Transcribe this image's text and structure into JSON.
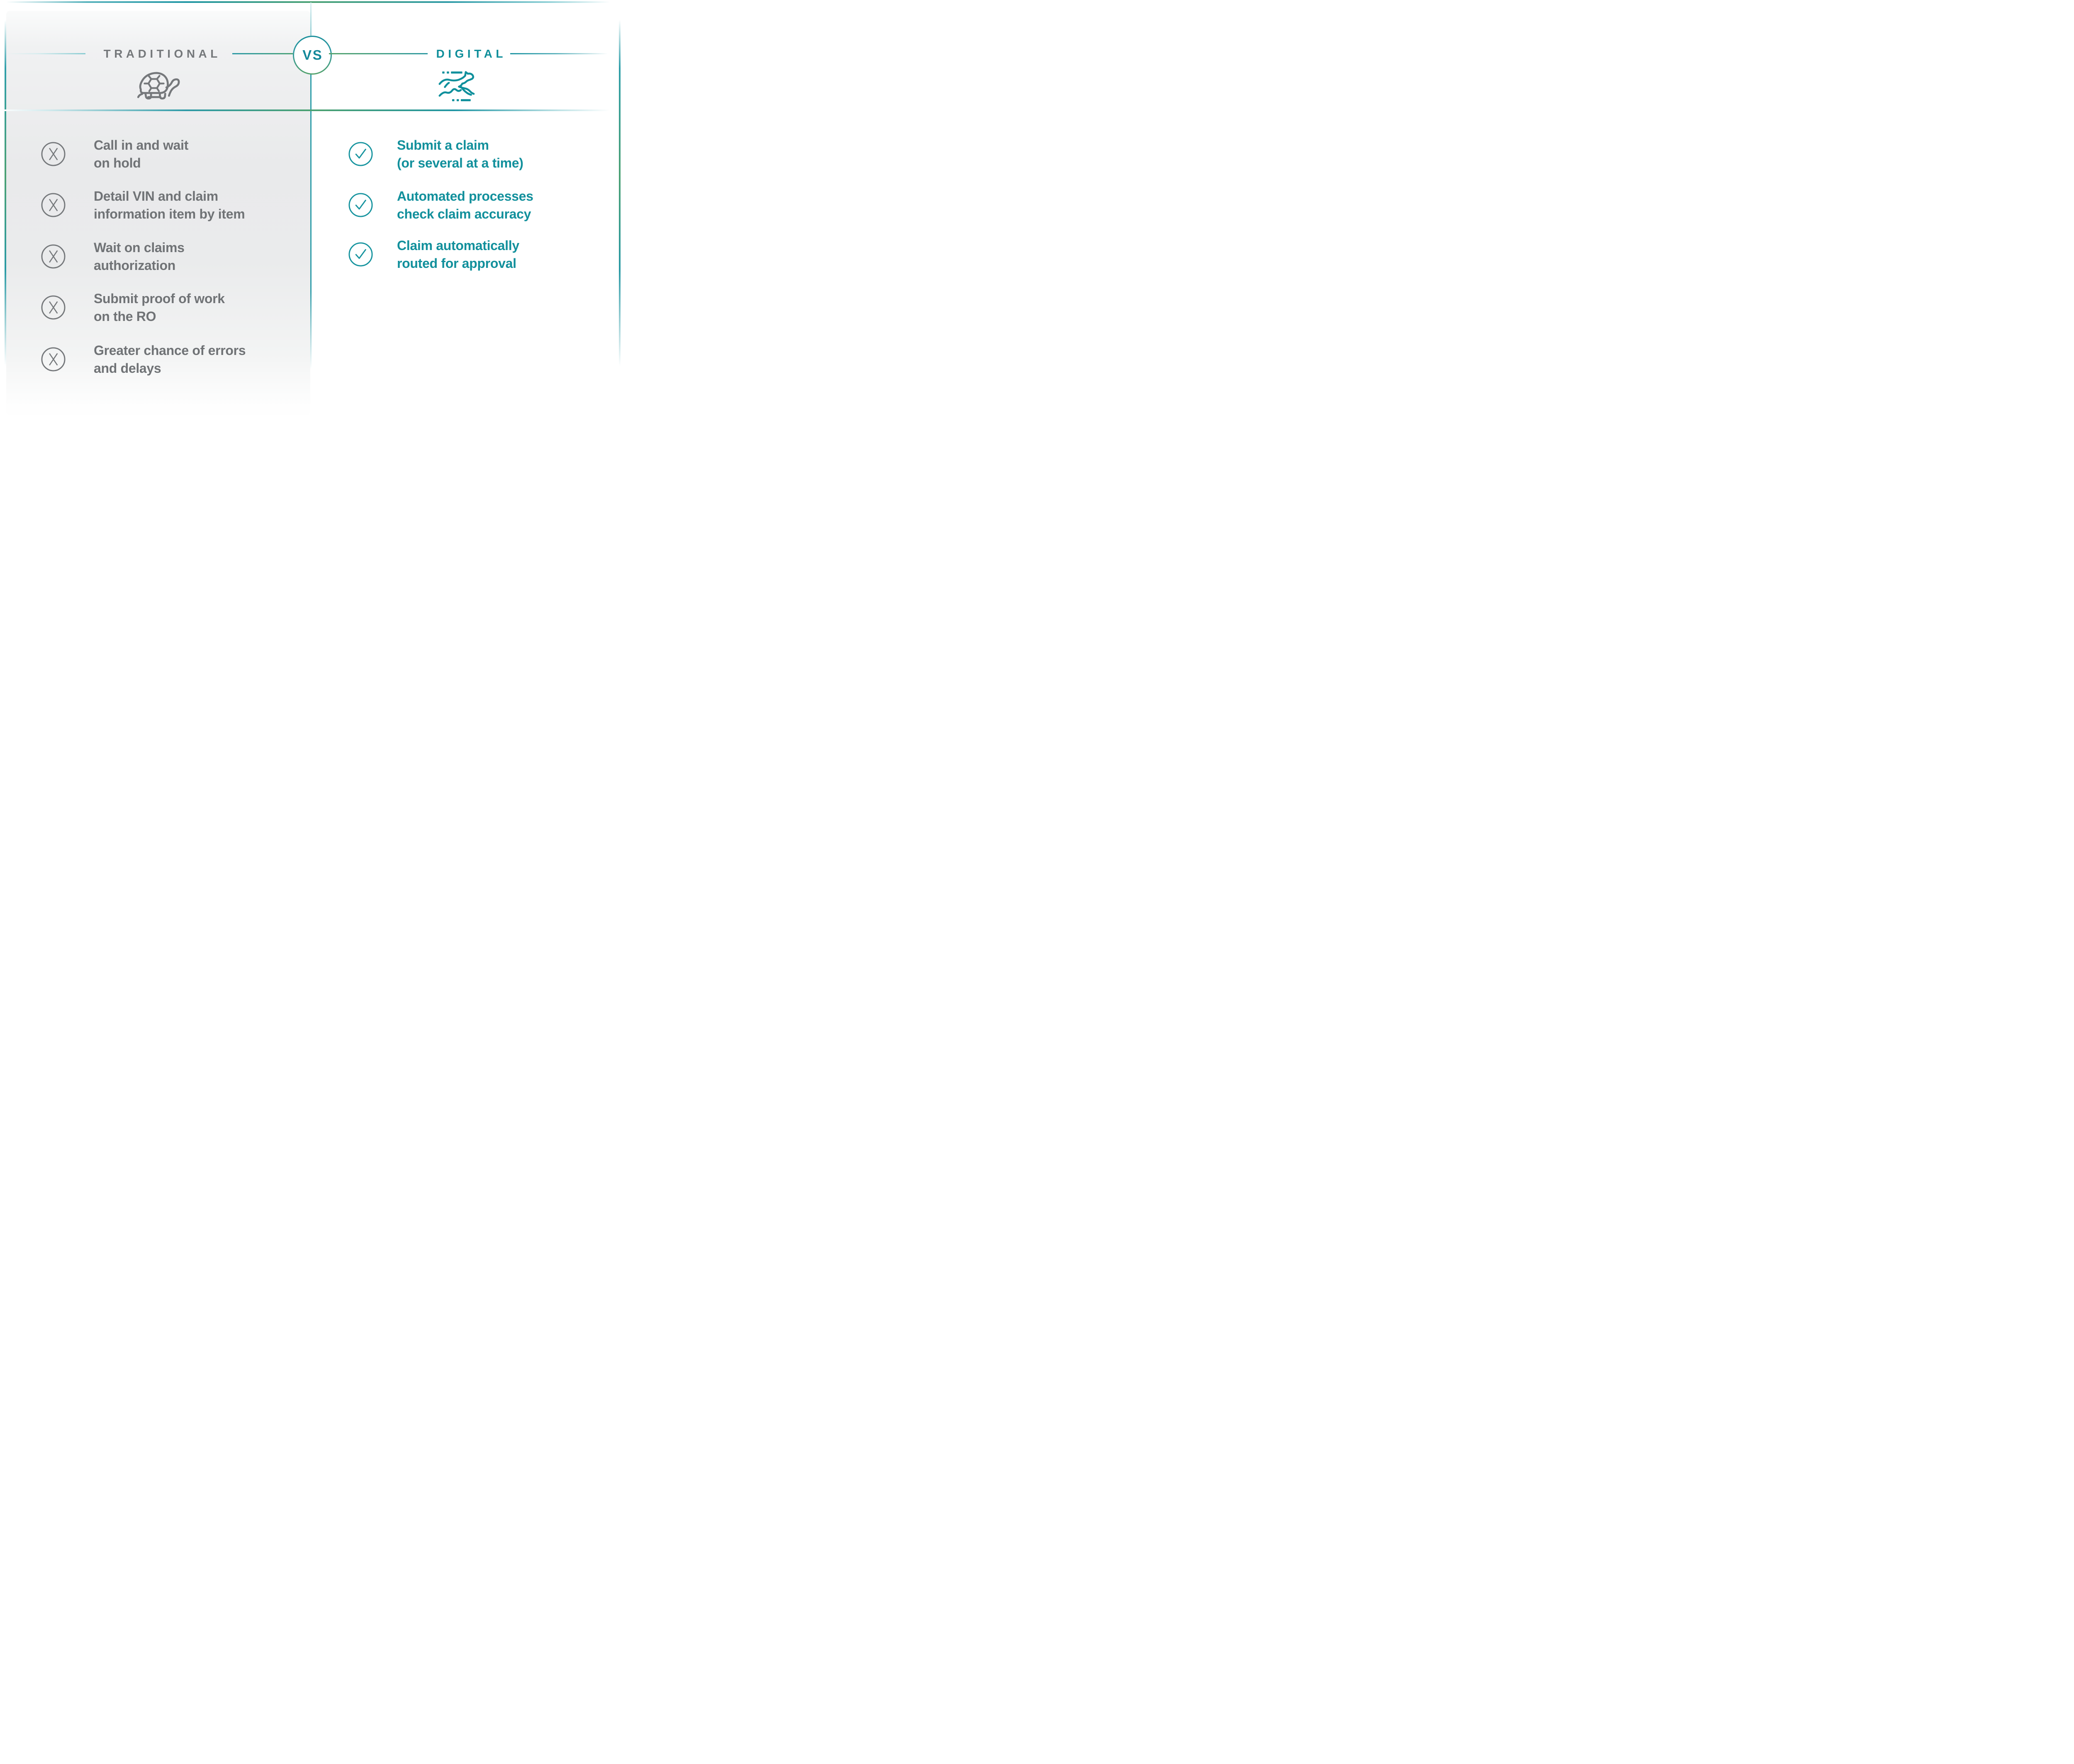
{
  "header": {
    "traditional_label": "TRADITIONAL",
    "vs_label": "VS",
    "digital_label": "DIGITAL"
  },
  "traditional": {
    "icon": "turtle-icon",
    "items": [
      {
        "lines": [
          "Call in and wait",
          "on hold"
        ]
      },
      {
        "lines": [
          "Detail VIN and claim",
          "information item by item"
        ]
      },
      {
        "lines": [
          "Wait on claims",
          "authorization"
        ]
      },
      {
        "lines": [
          "Submit proof of work",
          "on the RO"
        ]
      },
      {
        "lines": [
          "Greater chance of errors",
          "and delays"
        ]
      }
    ]
  },
  "digital": {
    "icon": "cheetah-icon",
    "items": [
      {
        "lines": [
          "Submit a claim",
          "(or several at a time)"
        ]
      },
      {
        "lines": [
          "Automated processes",
          "check claim accuracy"
        ]
      },
      {
        "lines": [
          "Claim automatically",
          "routed for approval"
        ]
      }
    ]
  },
  "colors": {
    "teal": "#0f909c",
    "green": "#4ba173",
    "gray_text": "#75787b",
    "panel_gray": "#e9eaeb",
    "vs_gradient_top": "#1b8f9b",
    "vs_gradient_bottom": "#55a26c"
  }
}
